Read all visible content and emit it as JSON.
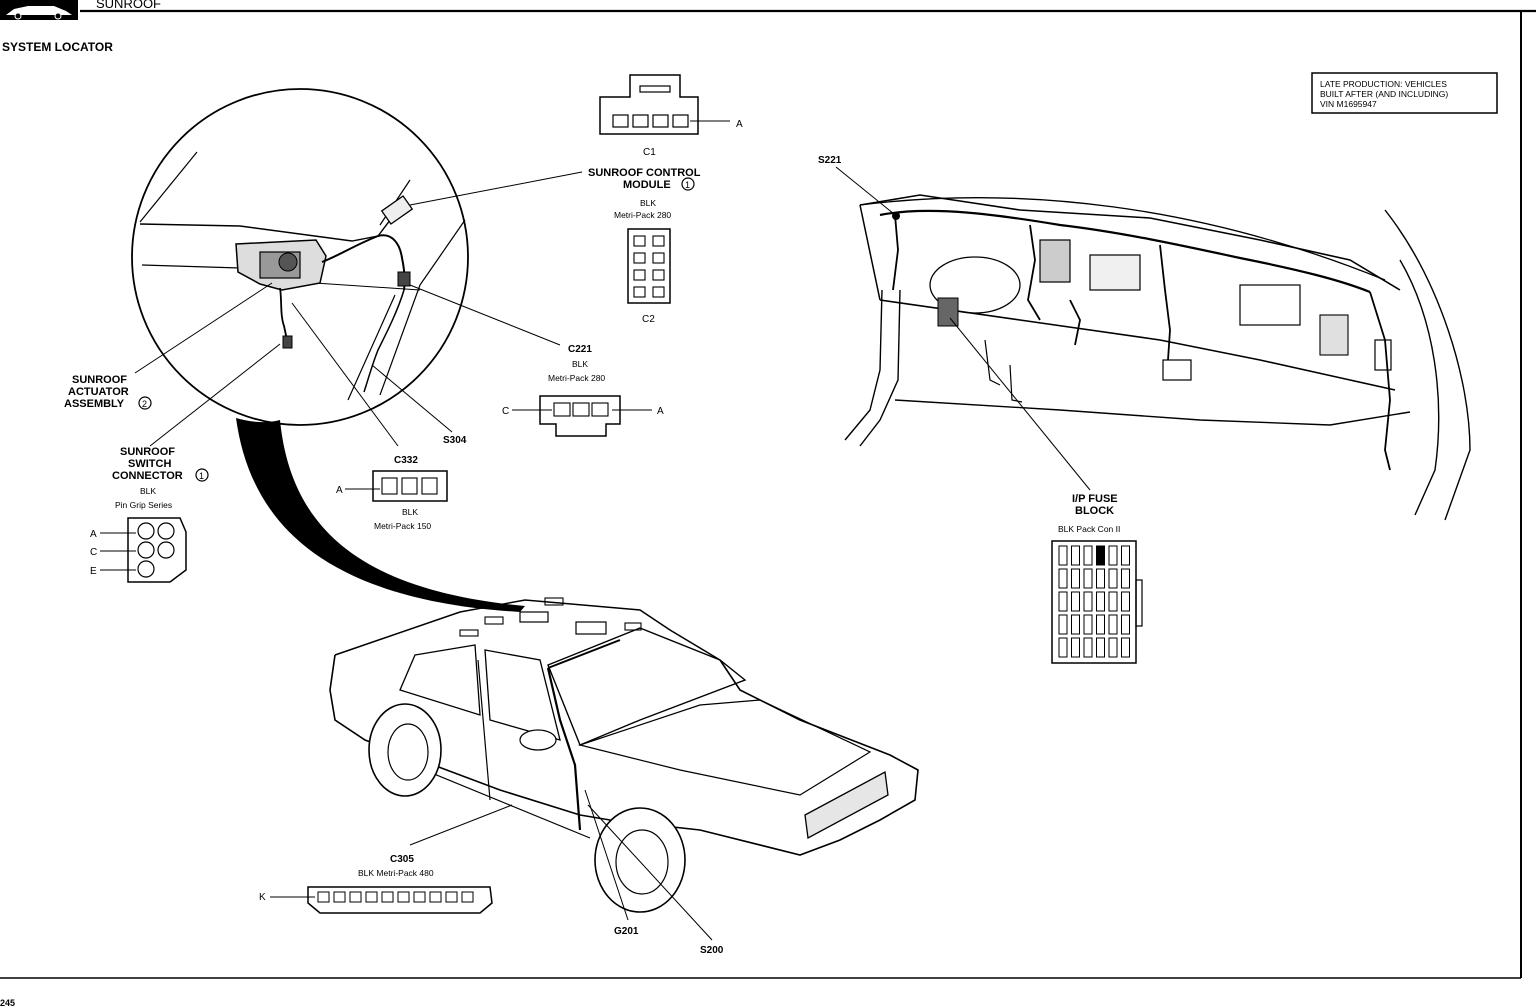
{
  "header": {
    "section_title": "SUNROOF",
    "page_title": "SYSTEM LOCATOR",
    "page_number": "245"
  },
  "note": {
    "line1": "LATE PRODUCTION: VEHICLES",
    "line2": "BUILT AFTER (AND INCLUDING)",
    "line3": "VIN M1695947"
  },
  "connectors": {
    "c1": {
      "name": "C1",
      "pin": "A"
    },
    "c2": {
      "name": "C2"
    },
    "module": {
      "line1": "SUNROOF CONTROL",
      "line2": "MODULE",
      "ref": "1",
      "color": "BLK",
      "series": "Metri-Pack 280"
    },
    "c221": {
      "name": "C221",
      "color": "BLK",
      "series": "Metri-Pack 280",
      "pin_left": "C",
      "pin_right": "A"
    },
    "c332": {
      "name": "C332",
      "color": "BLK",
      "series": "Metri-Pack 150",
      "pin": "A"
    },
    "switch": {
      "line1": "SUNROOF",
      "line2": "SWITCH",
      "line3": "CONNECTOR",
      "ref": "1",
      "color": "BLK",
      "series": "Pin Grip Series",
      "pins": [
        "A",
        "C",
        "E"
      ]
    },
    "actuator": {
      "line1": "SUNROOF",
      "line2": "ACTUATOR",
      "line3": "ASSEMBLY",
      "ref": "2"
    },
    "c305": {
      "name": "C305",
      "desc": "BLK Metri-Pack 480",
      "pin": "K"
    },
    "fuse_block": {
      "line1": "I/P FUSE",
      "line2": "BLOCK",
      "desc": "BLK Pack Con II"
    }
  },
  "splices": {
    "s221": "S221",
    "s304": "S304",
    "s200": "S200",
    "g201": "G201"
  }
}
